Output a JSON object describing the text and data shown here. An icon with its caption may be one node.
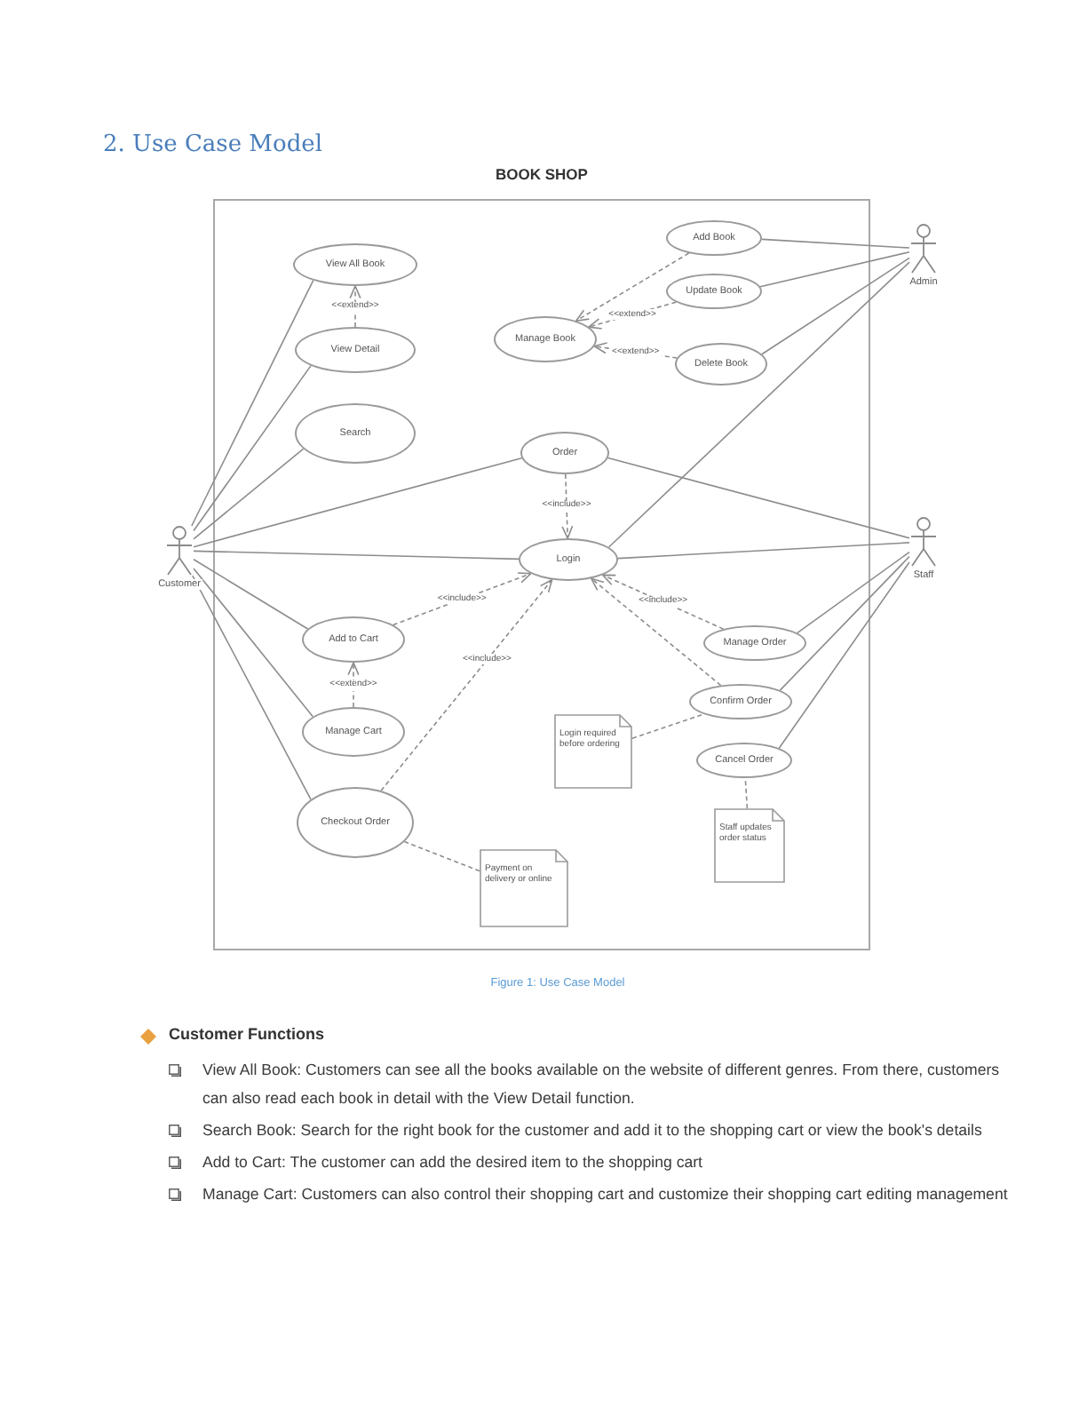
{
  "diagram": {
    "title": "2. Use Case Model",
    "caption": "Figure 1: Use Case Model",
    "nodes": [
      {
        "text": [
          "BOOK SHOP"
        ]
      },
      {
        "text": [
          "View All Book"
        ],
        "in": 0
      },
      {
        "text": [
          "View Detail"
        ],
        "in": 0
      },
      {
        "text": [
          "Add Book"
        ],
        "in": 0
      },
      {
        "text": [
          "Update Book"
        ],
        "in": 0
      },
      {
        "text": [
          "Manage Book"
        ],
        "in": 0
      },
      {
        "text": [
          "Delete Book"
        ],
        "in": 0
      },
      {
        "text": [
          "Search"
        ],
        "in": 0
      },
      {
        "text": [
          "Order"
        ],
        "in": 0
      },
      {
        "text": [
          "Login"
        ],
        "in": 0
      },
      {
        "text": [
          "Add to Cart"
        ],
        "in": 0
      },
      {
        "text": [
          "Manage Order"
        ],
        "in": 0
      },
      {
        "text": [
          "Confirm Order"
        ],
        "in": 0
      },
      {
        "text": [
          "Manage Cart"
        ],
        "in": 0
      },
      {
        "text": [
          "Login required before ordering"
        ],
        "in": 0
      },
      {
        "text": [
          "Cancel Order"
        ],
        "in": 0
      },
      {
        "text": [
          "Checkout Order"
        ],
        "in": 0
      },
      {
        "text": [
          "Staff updates order status"
        ],
        "in": 0
      },
      {
        "text": [
          "Payment on delivery or online"
        ],
        "in": 0
      },
      {
        "text": [
          "Admin"
        ]
      },
      {
        "text": [
          "Customer"
        ]
      },
      {
        "text": [
          "Staff"
        ]
      }
    ],
    "edges": [
      {
        "from": 20,
        "to": 1,
        "arrow": "none"
      },
      {
        "from": 20,
        "to": 2,
        "arrow": "none"
      },
      {
        "from": 20,
        "to": 7,
        "arrow": "none"
      },
      {
        "from": 20,
        "to": 8,
        "arrow": "none"
      },
      {
        "from": 20,
        "to": 9,
        "arrow": "none"
      },
      {
        "from": 20,
        "to": 10,
        "arrow": "none"
      },
      {
        "from": 20,
        "to": 13,
        "arrow": "none"
      },
      {
        "from": 20,
        "to": 16,
        "arrow": "none"
      },
      {
        "from": 2,
        "to": 1,
        "arrow": "to",
        "style": "dashed",
        "label": "<<extend>>"
      },
      {
        "from": 13,
        "to": 10,
        "arrow": "to",
        "style": "dashed",
        "label": "<<extend>>"
      },
      {
        "from": 10,
        "to": 9,
        "arrow": "to",
        "style": "dashed",
        "label": "<<include>>"
      },
      {
        "from": 16,
        "to": 9,
        "arrow": "to",
        "style": "dashed",
        "label": "<<include>>"
      },
      {
        "from": 8,
        "to": 9,
        "arrow": "to",
        "style": "dashed",
        "label": "<<include>>"
      },
      {
        "from": 3,
        "to": 5,
        "arrow": "to",
        "style": "dashed"
      },
      {
        "from": 4,
        "to": 5,
        "arrow": "to",
        "style": "dashed",
        "label": "<<extend>>"
      },
      {
        "from": 6,
        "to": 5,
        "arrow": "to",
        "style": "dashed",
        "label": "<<extend>>"
      },
      {
        "from": 19,
        "to": 3,
        "arrow": "none"
      },
      {
        "from": 19,
        "to": 4,
        "arrow": "none"
      },
      {
        "from": 19,
        "to": 6,
        "arrow": "none"
      },
      {
        "from": 19,
        "to": 9,
        "arrow": "none"
      },
      {
        "from": 21,
        "to": 8,
        "arrow": "none"
      },
      {
        "from": 21,
        "to": 9,
        "arrow": "none"
      },
      {
        "from": 21,
        "to": 11,
        "arrow": "none"
      },
      {
        "from": 21,
        "to": 12,
        "arrow": "none"
      },
      {
        "from": 21,
        "to": 15,
        "arrow": "none"
      },
      {
        "from": 11,
        "to": 9,
        "arrow": "to",
        "style": "dashed",
        "label": "<<include>>"
      },
      {
        "from": 12,
        "to": 9,
        "arrow": "to",
        "style": "dashed"
      },
      {
        "from": 14,
        "to": 12,
        "arrow": "none",
        "style": "dashed"
      },
      {
        "from": 17,
        "to": 15,
        "arrow": "none",
        "style": "dashed"
      },
      {
        "from": 18,
        "to": 16,
        "arrow": "none",
        "style": "dashed"
      }
    ],
    "labels": [
      "Customer Functions",
      "View All Book: Customers can see all the books available on the website of different genres. From there, customers can also read each book in detail with the View Detail function.",
      "Search Book: Search for the right book for the customer and add it to the shopping cart or view the book's details",
      "Add to Cart: The customer can add the desired item to the shopping cart",
      "Manage Cart: Customers can also control their shopping cart and customize their shopping cart editing management"
    ]
  }
}
